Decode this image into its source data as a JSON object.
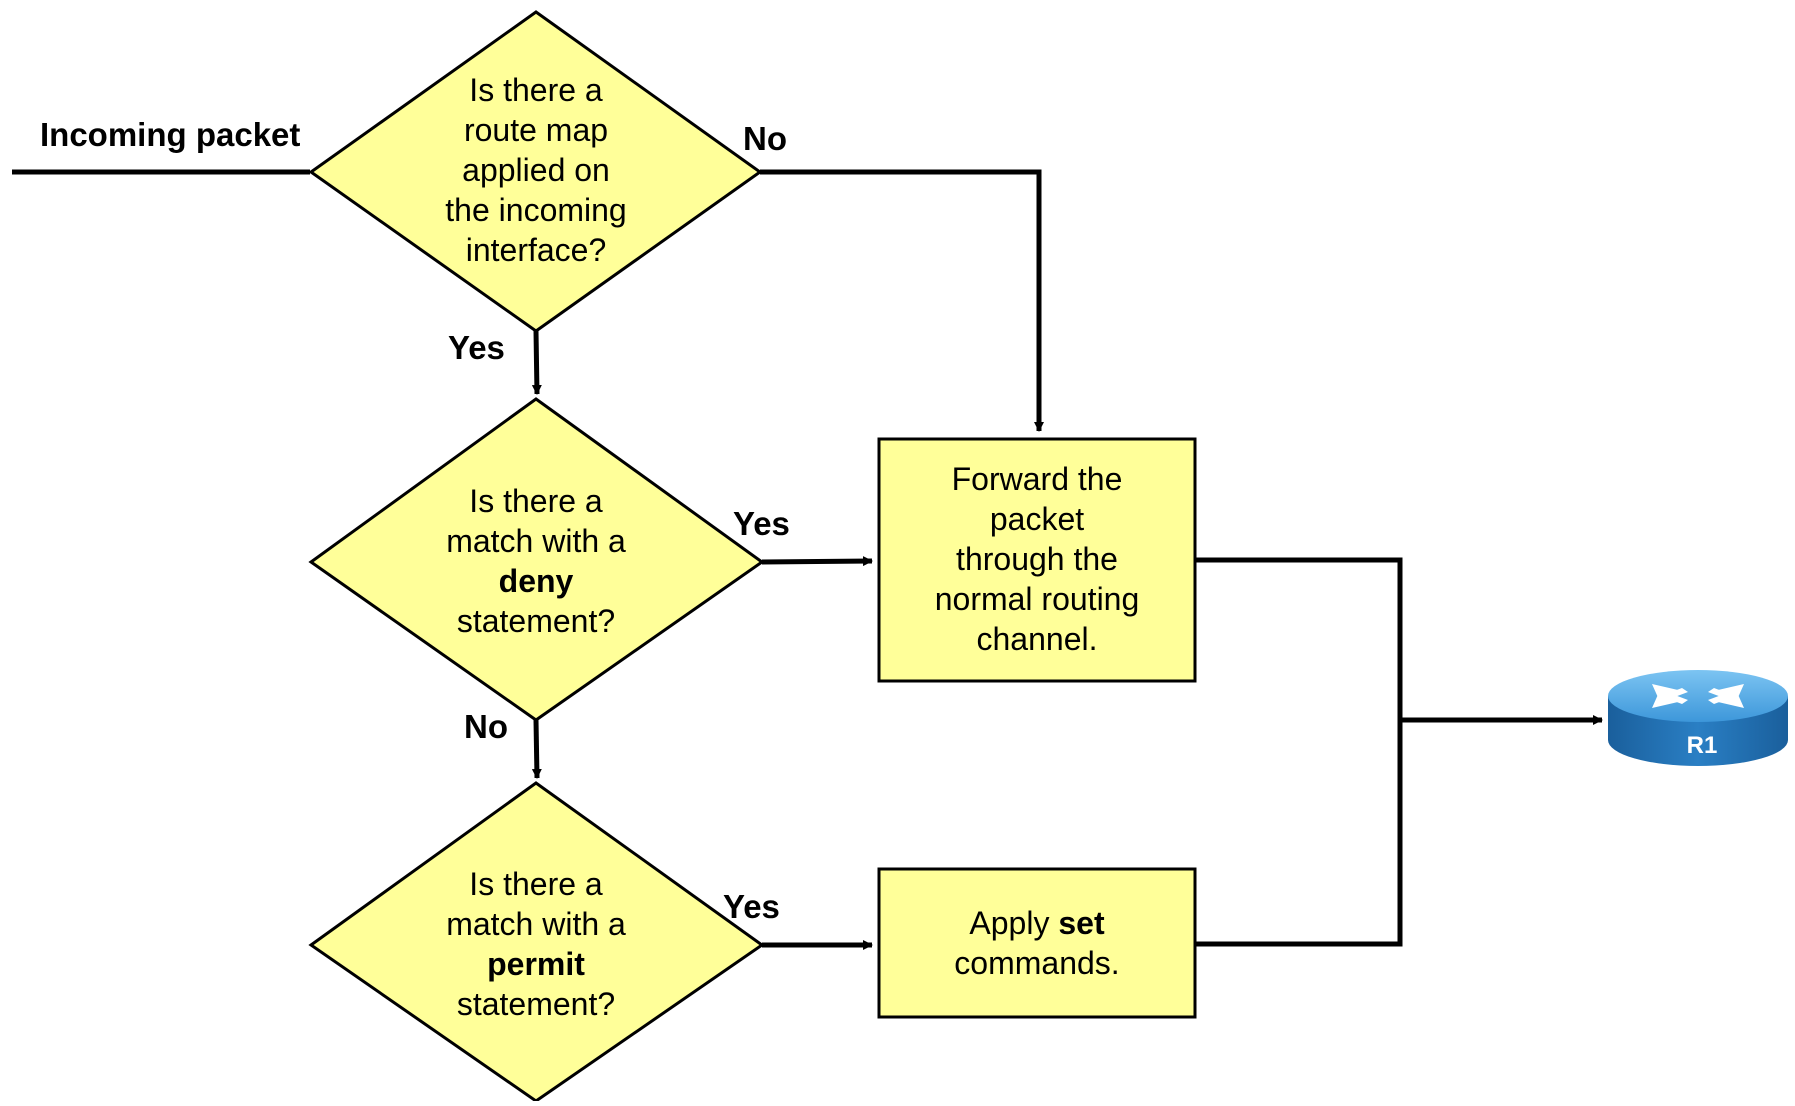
{
  "diagram": {
    "start_label": "Incoming packet",
    "decision_route_map": {
      "lines": [
        [
          {
            "t": "Is there a",
            "b": false
          }
        ],
        [
          {
            "t": "route map",
            "b": false
          }
        ],
        [
          {
            "t": "applied on",
            "b": false
          }
        ],
        [
          {
            "t": "the incoming",
            "b": false
          }
        ],
        [
          {
            "t": "interface?",
            "b": false
          }
        ]
      ]
    },
    "decision_deny": {
      "lines": [
        [
          {
            "t": "Is there a",
            "b": false
          }
        ],
        [
          {
            "t": "match with a",
            "b": false
          }
        ],
        [
          {
            "t": "deny",
            "b": true
          }
        ],
        [
          {
            "t": "statement?",
            "b": false
          }
        ]
      ]
    },
    "decision_permit": {
      "lines": [
        [
          {
            "t": "Is there a",
            "b": false
          }
        ],
        [
          {
            "t": "match with a",
            "b": false
          }
        ],
        [
          {
            "t": "permit",
            "b": true
          }
        ],
        [
          {
            "t": "statement?",
            "b": false
          }
        ]
      ]
    },
    "process_forward": {
      "lines": [
        [
          {
            "t": "Forward the",
            "b": false
          }
        ],
        [
          {
            "t": "packet",
            "b": false
          }
        ],
        [
          {
            "t": "through the",
            "b": false
          }
        ],
        [
          {
            "t": "normal routing",
            "b": false
          }
        ],
        [
          {
            "t": "channel.",
            "b": false
          }
        ]
      ]
    },
    "process_set": {
      "lines": [
        [
          {
            "t": "Apply ",
            "b": false
          },
          {
            "t": "set",
            "b": true
          }
        ],
        [
          {
            "t": "commands.",
            "b": false
          }
        ]
      ]
    },
    "labels": {
      "route_map_no": "No",
      "route_map_yes": "Yes",
      "deny_yes": "Yes",
      "deny_no": "No",
      "permit_yes": "Yes"
    },
    "router": {
      "label": "R1",
      "icon": "router-icon"
    },
    "colors": {
      "shape_fill": "#ffff99",
      "router_body": "#1f6fb3",
      "router_top": "#4da6e6"
    }
  }
}
